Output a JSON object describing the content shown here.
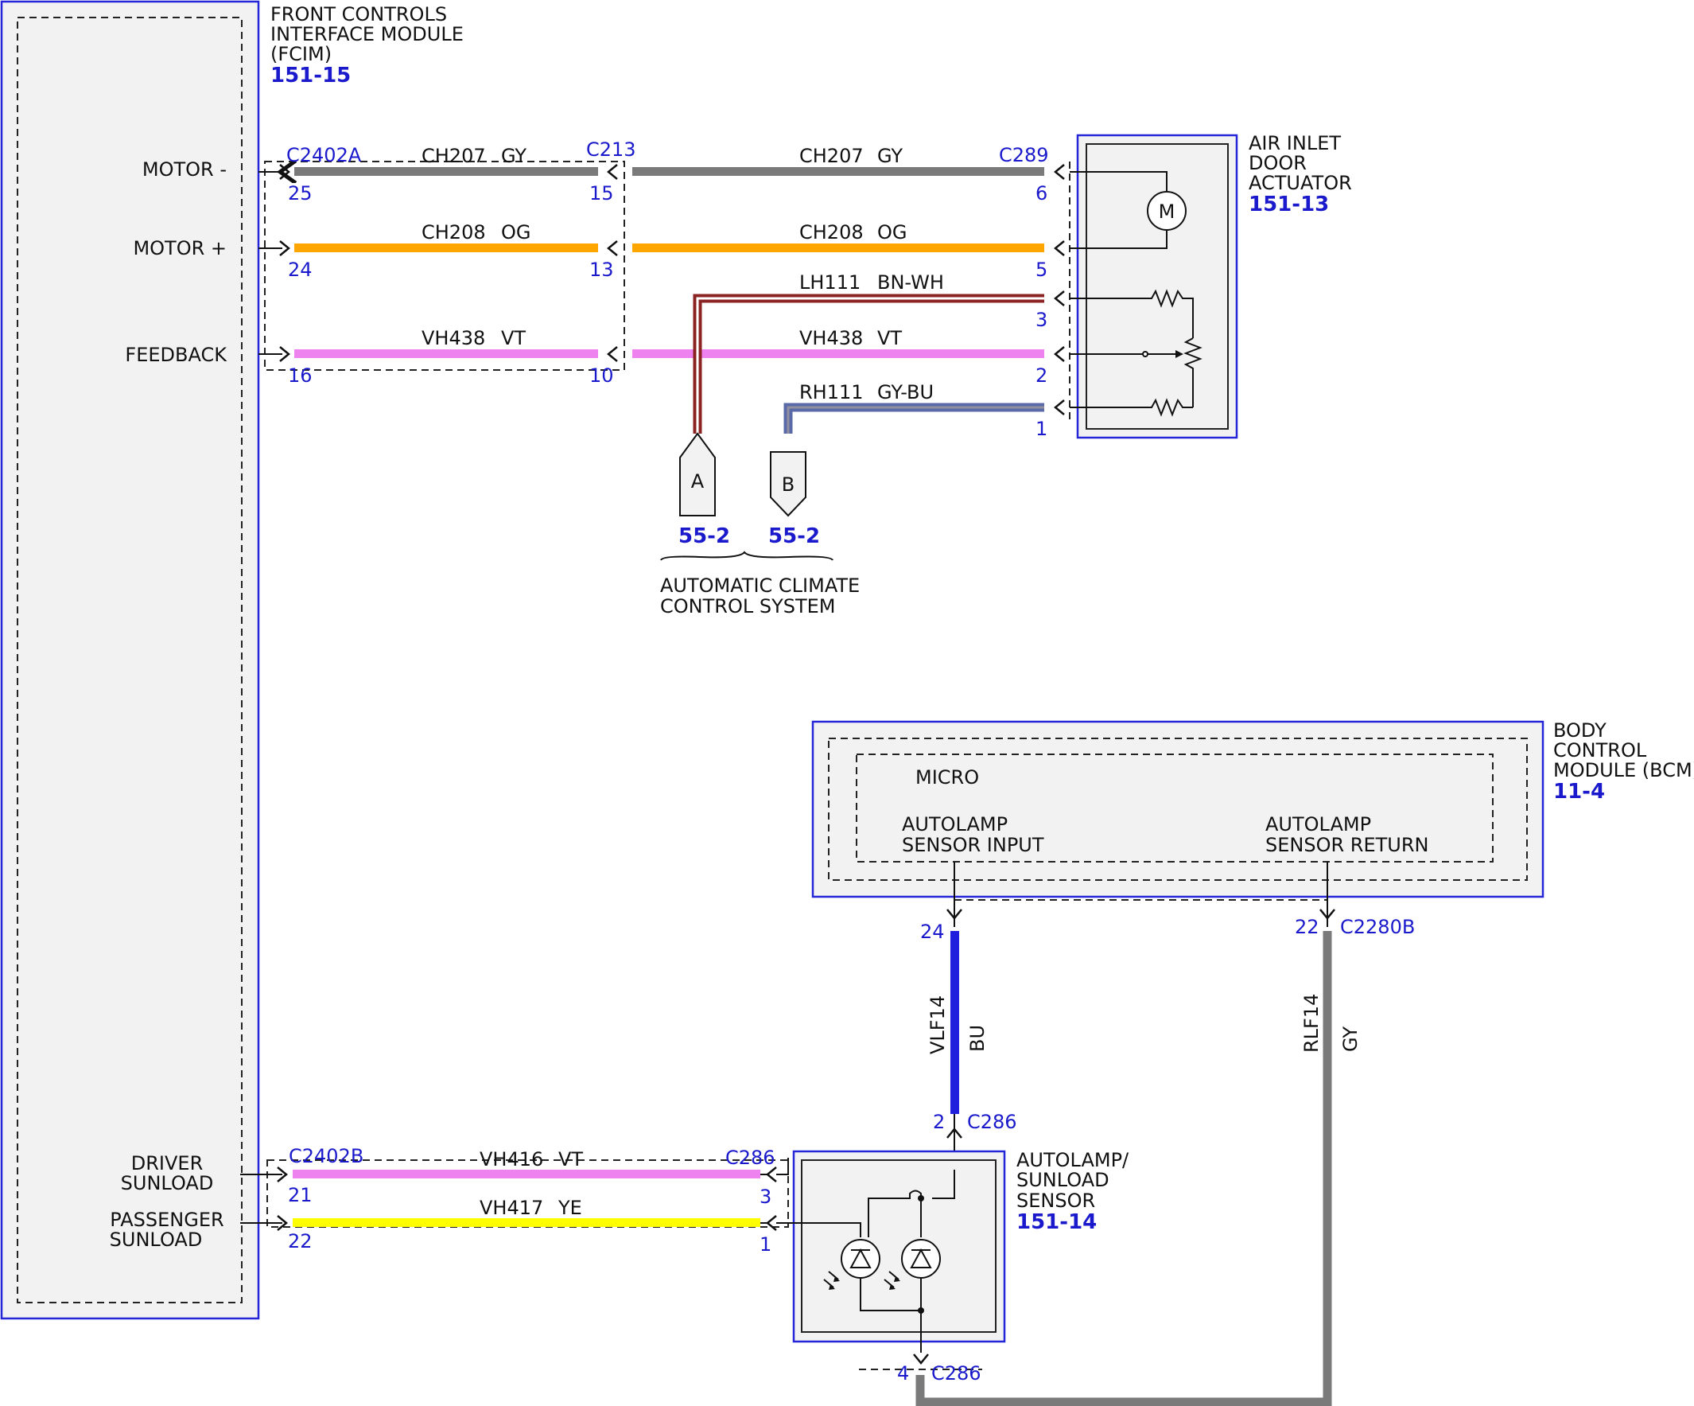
{
  "colors": {
    "GY": "#7a7a7a",
    "OG": "#ffa500",
    "VT": "#ee82ee",
    "BN": "#8b2323",
    "BU": "#1f1fdd",
    "YE": "#ffff00",
    "module_border": "#2626d9",
    "label_blue": "#1a1acc"
  },
  "fcim": {
    "title_lines": [
      "FRONT CONTROLS",
      "INTERFACE MODULE",
      "(FCIM)"
    ],
    "ref": "151-15",
    "pins": {
      "motor_minus": "MOTOR -",
      "motor_plus": "MOTOR +",
      "feedback": "FEEDBACK",
      "driver_sunload": [
        "DRIVER",
        "SUNLOAD"
      ],
      "passenger_sunload": [
        "PASSENGER",
        "SUNLOAD"
      ]
    }
  },
  "actuator": {
    "title_lines": [
      "AIR INLET",
      "DOOR",
      "ACTUATOR"
    ],
    "ref": "151-13",
    "motor_symbol": "M"
  },
  "bcm": {
    "title_lines": [
      "BODY",
      "CONTROL",
      "MODULE (BCM)"
    ],
    "ref": "11-4",
    "micro": "MICRO",
    "input_lines": [
      "AUTOLAMP",
      "SENSOR INPUT"
    ],
    "return_lines": [
      "AUTOLAMP",
      "SENSOR RETURN"
    ]
  },
  "sensor": {
    "title_lines": [
      "AUTOLAMP/",
      "SUNLOAD",
      "SENSOR"
    ],
    "ref": "151-14"
  },
  "system": {
    "title_lines": [
      "AUTOMATIC CLIMATE",
      "CONTROL SYSTEM"
    ],
    "tag_a": "A",
    "tag_b": "B",
    "ref_a": "55-2",
    "ref_b": "55-2"
  },
  "connectors": {
    "c2402a": "C2402A",
    "c213": "C213",
    "c289": "C289",
    "c2402b": "C2402B",
    "c286": "C286",
    "c2280b": "C2280B"
  },
  "pins": {
    "c2402a_25": "25",
    "c2402a_24": "24",
    "c2402a_16": "16",
    "c213_15": "15",
    "c213_13": "13",
    "c213_10": "10",
    "c289_6": "6",
    "c289_5": "5",
    "c289_3": "3",
    "c289_2": "2",
    "c289_1": "1",
    "c2402b_21": "21",
    "c2402b_22": "22",
    "c286_3": "3",
    "c286_1": "1",
    "c286_2": "2",
    "c286_4": "4",
    "bcm_24": "24",
    "bcm_22": "22"
  },
  "wires": {
    "ch207": {
      "circuit": "CH207",
      "color": "GY"
    },
    "ch208": {
      "circuit": "CH208",
      "color": "OG"
    },
    "lh111": {
      "circuit": "LH111",
      "color": "BN-WH"
    },
    "vh438": {
      "circuit": "VH438",
      "color": "VT"
    },
    "rh111": {
      "circuit": "RH111",
      "color": "GY-BU"
    },
    "vh416": {
      "circuit": "VH416",
      "color": "VT"
    },
    "vh417": {
      "circuit": "VH417",
      "color": "YE"
    },
    "vlf14": {
      "circuit": "VLF14",
      "color": "BU"
    },
    "rlf14": {
      "circuit": "RLF14",
      "color": "GY"
    }
  }
}
